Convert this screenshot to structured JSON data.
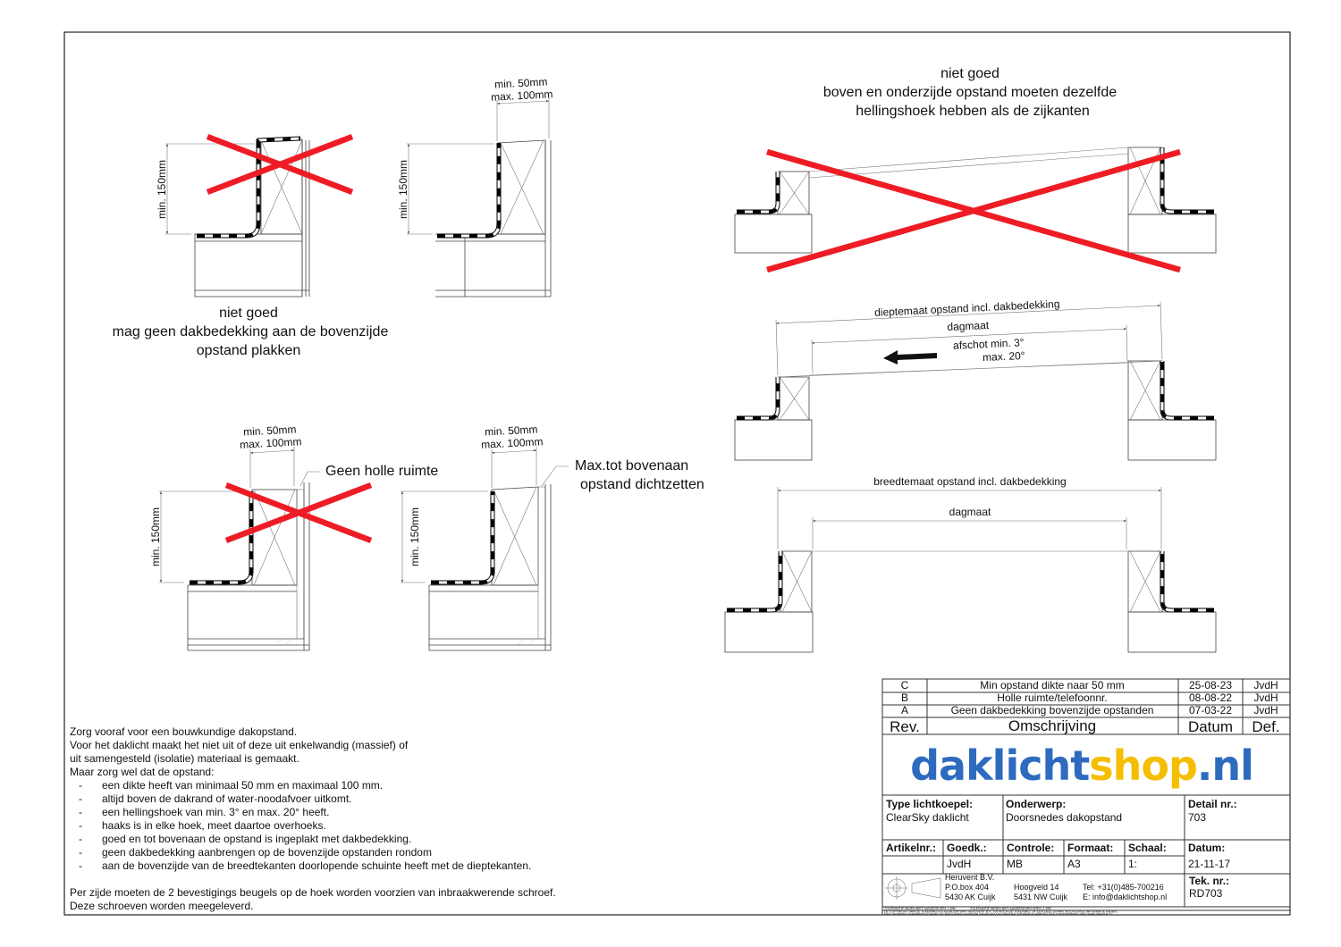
{
  "drawings": {
    "top_left": {
      "caption": [
        "niet goed",
        "mag geen dakbedekking aan de bovenzijde",
        "opstand plakken"
      ],
      "height_dim": "min. 150mm"
    },
    "top_middle": {
      "height_dim": "min. 150mm",
      "width_dim": [
        "min. 50mm",
        "max. 100mm"
      ]
    },
    "top_right": {
      "caption": [
        "niet goed",
        "boven en onderzijde opstand moeten dezelfde",
        "hellingshoek hebben als de zijkanten"
      ]
    },
    "middle_right": {
      "depth_dim": "dieptemaat opstand incl. dakbedekking",
      "clear_dim": "dagmaat",
      "slope": [
        "afschot min. 3°",
        "max. 20°"
      ]
    },
    "bottom_right": {
      "width_dim": "breedtemaat opstand incl. dakbedekking",
      "clear_dim": "dagmaat"
    },
    "bottom_left": {
      "height_dim": "min. 150mm",
      "width_dim": [
        "min. 50mm",
        "max. 100mm"
      ],
      "label": "Geen holle ruimte"
    },
    "bottom_middle": {
      "height_dim": "min. 150mm",
      "width_dim": [
        "min. 50mm",
        "max. 100mm"
      ],
      "label": [
        "Max.tot bovenaan",
        "opstand dichtzetten"
      ]
    }
  },
  "notes": {
    "intro": [
      "Zorg vooraf voor een bouwkundige dakopstand.",
      "Voor het daklicht maakt het niet uit of deze uit enkelwandig (massief) of",
      "uit samengesteld (isolatie) materiaal is gemaakt.",
      "Maar zorg wel dat de opstand:"
    ],
    "bullet": "-",
    "items": [
      "een dikte heeft van minimaal 50 mm en maximaal 100 mm.",
      "altijd boven de dakrand of water-noodafvoer uitkomt.",
      "een hellingshoek van min. 3° en max. 20° heeft.",
      "haaks is in elke hoek, meet daartoe overhoeks.",
      "goed en tot bovenaan de opstand is ingeplakt met dakbedekking.",
      "geen dakbedekking aanbrengen op de bovenzijde opstanden rondom",
      "aan de bovenzijde van de breedtekanten doorlopende schuinte heeft met de dieptekanten."
    ],
    "footer": [
      "Per zijde moeten de 2 bevestigings beugels op de hoek worden voorzien van inbraakwerende schroef.",
      "Deze schroeven worden meegeleverd."
    ]
  },
  "title_block": {
    "revisions": [
      {
        "rev": "C",
        "desc": "Min opstand dikte naar 50 mm",
        "date": "25-08-23",
        "by": "JvdH"
      },
      {
        "rev": "B",
        "desc": "Holle ruimte/telefoonnr.",
        "date": "08-08-22",
        "by": "JvdH"
      },
      {
        "rev": "A",
        "desc": "Geen dakbedekking bovenzijde opstanden",
        "date": "07-03-22",
        "by": "JvdH"
      }
    ],
    "rev_header": {
      "rev": "Rev.",
      "desc": "Omschrijving",
      "date": "Datum",
      "by": "Def."
    },
    "logo": {
      "part1": "daklicht",
      "part2": "shop",
      "part3": ".nl",
      "blue": "#2e6bbf",
      "yellow": "#f6be00"
    },
    "type_label": "Type lichtkoepel:",
    "type_value": "ClearSky daklicht",
    "subject_label": "Onderwerp:",
    "subject_value": "Doorsnedes dakopstand",
    "detail_label": "Detail nr.:",
    "detail_value": "703",
    "article_label": "Artikelnr.:",
    "article_value": "",
    "approved_label": "Goedk.:",
    "approved_value": "JvdH",
    "check_label": "Controle:",
    "check_value": "MB",
    "format_label": "Formaat:",
    "format_value": "A3",
    "scale_label": "Schaal:",
    "scale_value": "1:",
    "date_label": "Datum:",
    "date_value": "21-11-17",
    "company": [
      "Heruvent B.V.",
      "P.O.box 404",
      "5430 AK Cuijk"
    ],
    "address": [
      "Hoogveld 14",
      "5431 NW Cuijk"
    ],
    "contact": [
      "Tel: +31(0)485-700216",
      "E: info@daklichtshop.nl"
    ],
    "drawing_no_label": "Tek. nr.:",
    "drawing_no_value": "RD703",
    "tolerance": [
      "TOLERANTIE INDIEN NIET AANGEGEVEN: 1 MM",
      "TOLERANTIE INDIEN NIET AANGEGEVEN HOEK: 1 MM"
    ],
    "copyright": [
      "DE COPYRIGHT VAN DE TEKENING IS EIGENDOM VAN \"HERUVENT B.V.\" EN NOCH DE TEKENING, OF EEN DEEL ERVAN, NOCH ENIGE INFORMATIE HIERIN,",
      "MAG WORDEN GEREPRODUCEERD OF TER KENNIS WORDEN GEGEVEN AAN DERDEN ZONDER SCHRIFTELIJKE TOESTEMMING VAN \"HERUVENT B.V.\""
    ],
    "colors": {
      "cross": "#ee1c25"
    }
  }
}
